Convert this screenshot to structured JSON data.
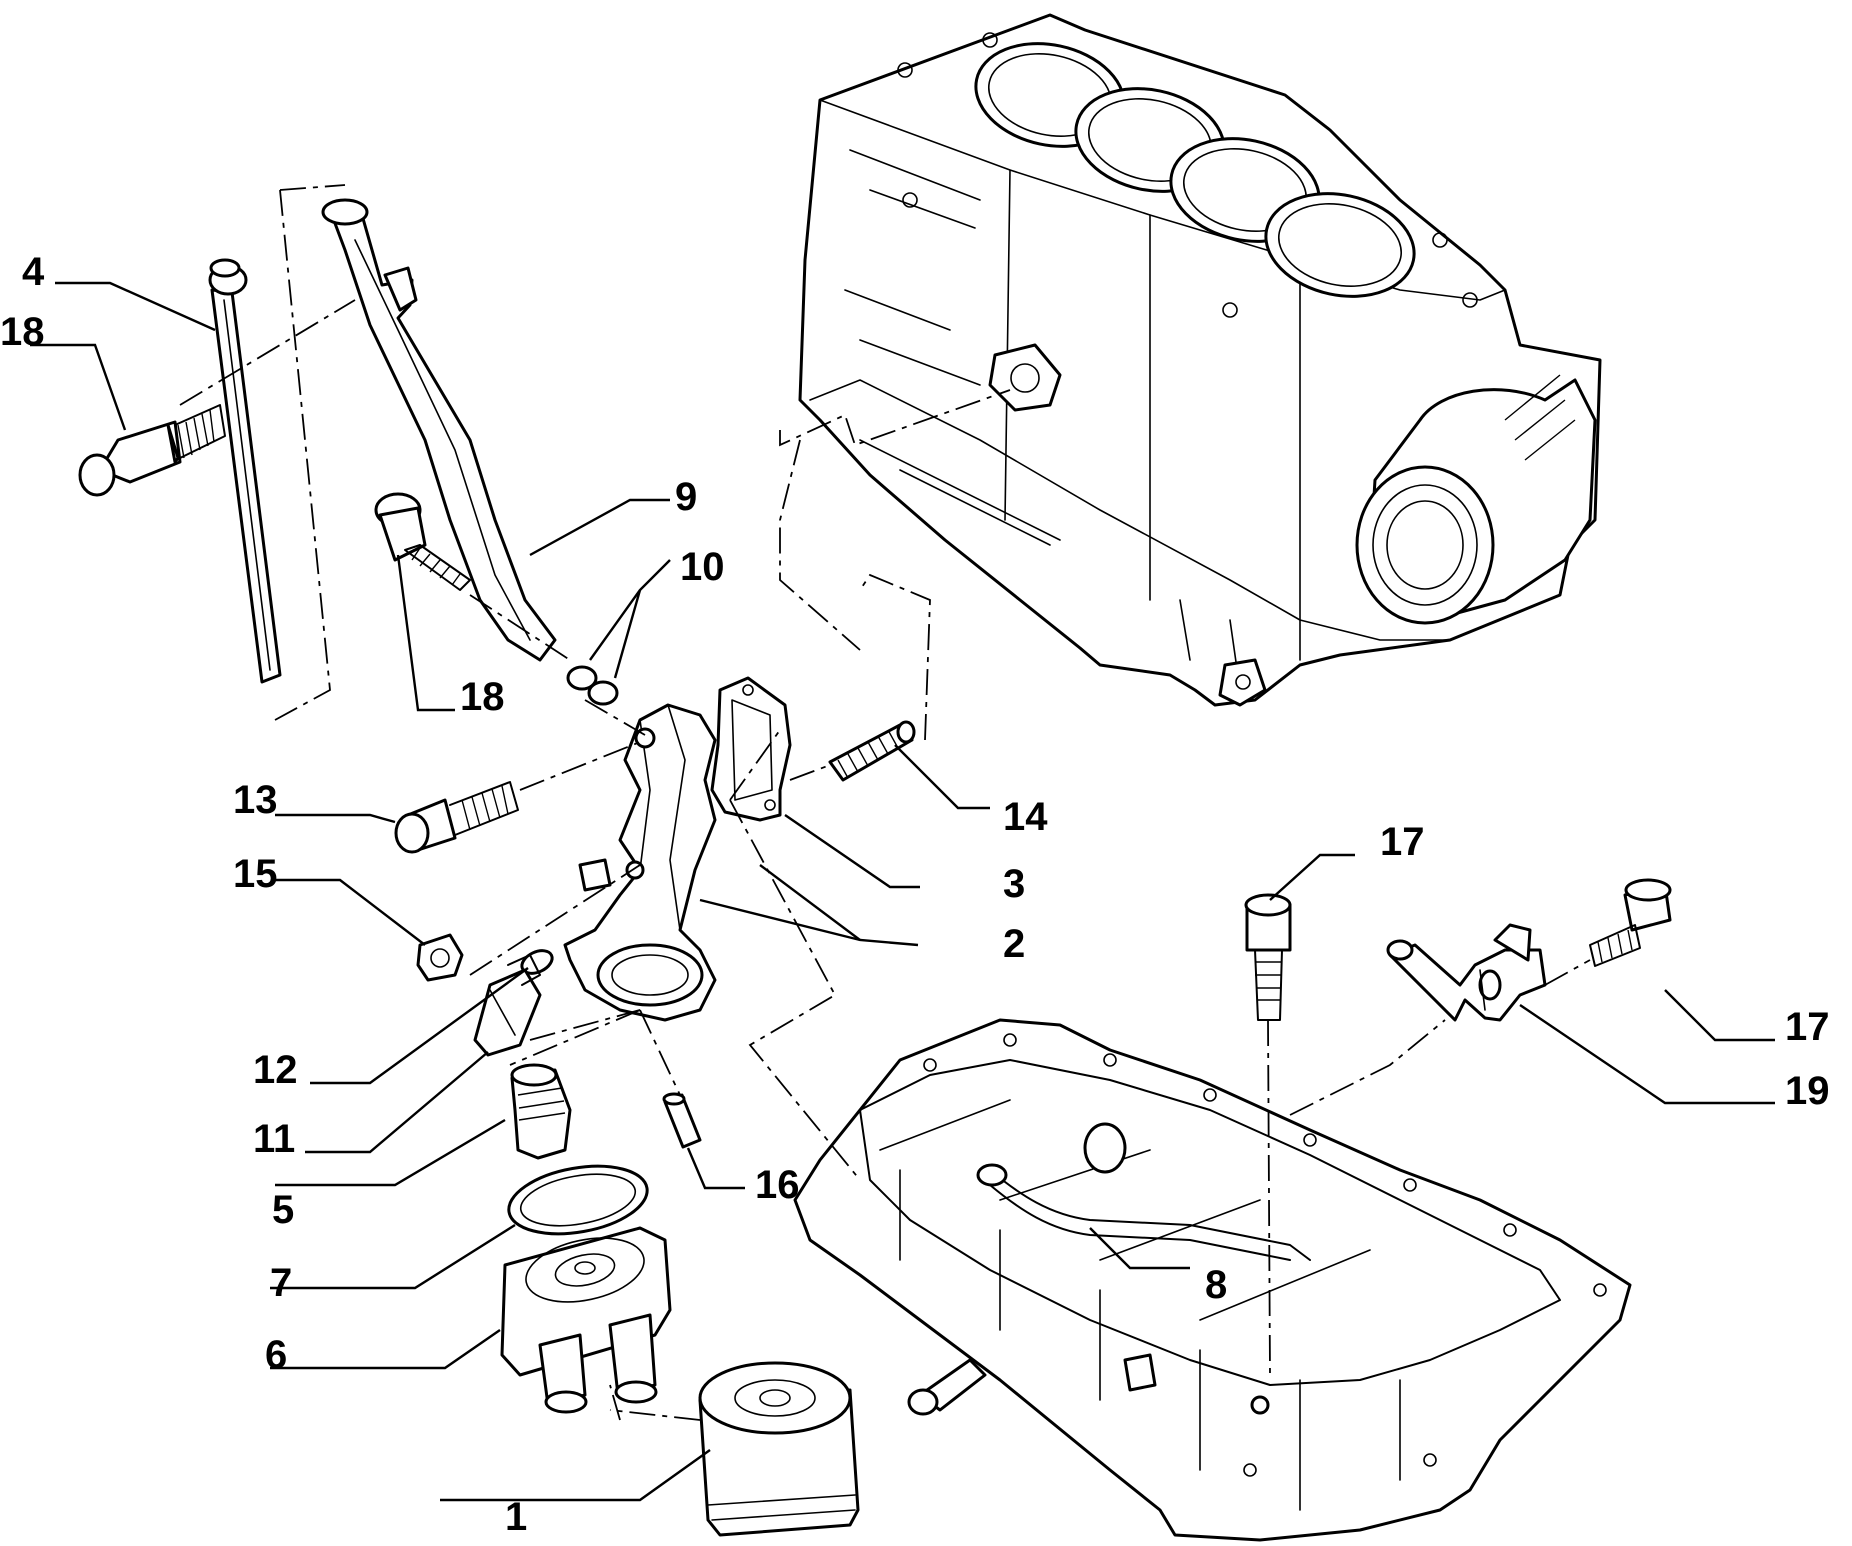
{
  "callouts": [
    {
      "id": "1",
      "text": "1"
    },
    {
      "id": "2",
      "text": "2"
    },
    {
      "id": "3",
      "text": "3"
    },
    {
      "id": "4",
      "text": "4"
    },
    {
      "id": "5",
      "text": "5"
    },
    {
      "id": "6",
      "text": "6"
    },
    {
      "id": "7",
      "text": "7"
    },
    {
      "id": "8",
      "text": "8"
    },
    {
      "id": "9",
      "text": "9"
    },
    {
      "id": "10",
      "text": "10"
    },
    {
      "id": "11",
      "text": "11"
    },
    {
      "id": "12",
      "text": "12"
    },
    {
      "id": "13",
      "text": "13"
    },
    {
      "id": "14",
      "text": "14"
    },
    {
      "id": "15",
      "text": "15"
    },
    {
      "id": "16",
      "text": "16"
    },
    {
      "id": "17a",
      "text": "17"
    },
    {
      "id": "17b",
      "text": "17"
    },
    {
      "id": "18a",
      "text": "18"
    },
    {
      "id": "18b",
      "text": "18"
    },
    {
      "id": "19",
      "text": "19"
    }
  ],
  "colors": {
    "ink": "#000000",
    "paper": "#ffffff"
  }
}
